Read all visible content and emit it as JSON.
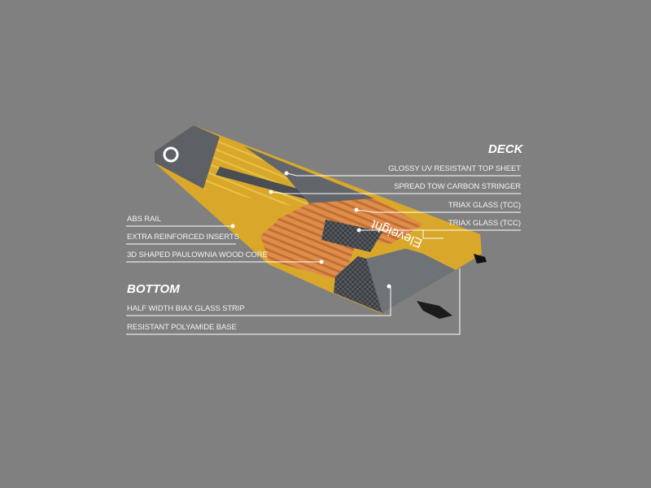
{
  "sections": {
    "deck": {
      "title": "DECK",
      "labels": [
        "GLOSSY UV RESISTANT TOP SHEET",
        "SPREAD TOW CARBON STRINGER",
        "TRIAX GLASS (TCC)",
        "TRIAX GLASS (TCC)"
      ]
    },
    "core": {
      "labels": [
        "ABS RAIL",
        "EXTRA REINFORCED INSERTS",
        "3D SHAPED PAULOWNIA WOOD CORE"
      ]
    },
    "bottom": {
      "title": "BOTTOM",
      "labels": [
        "HALF WIDTH BIAX GLASS STRIP",
        "RESISTANT POLYAMIDE BASE"
      ]
    }
  },
  "board_logo": "Eleveight",
  "colors": {
    "background": "#808080",
    "yellow": "#d9a82a",
    "grey": "#5d6166",
    "wood": "#d88a4a",
    "carbon": "#3e4146",
    "line": "#ffffff"
  }
}
